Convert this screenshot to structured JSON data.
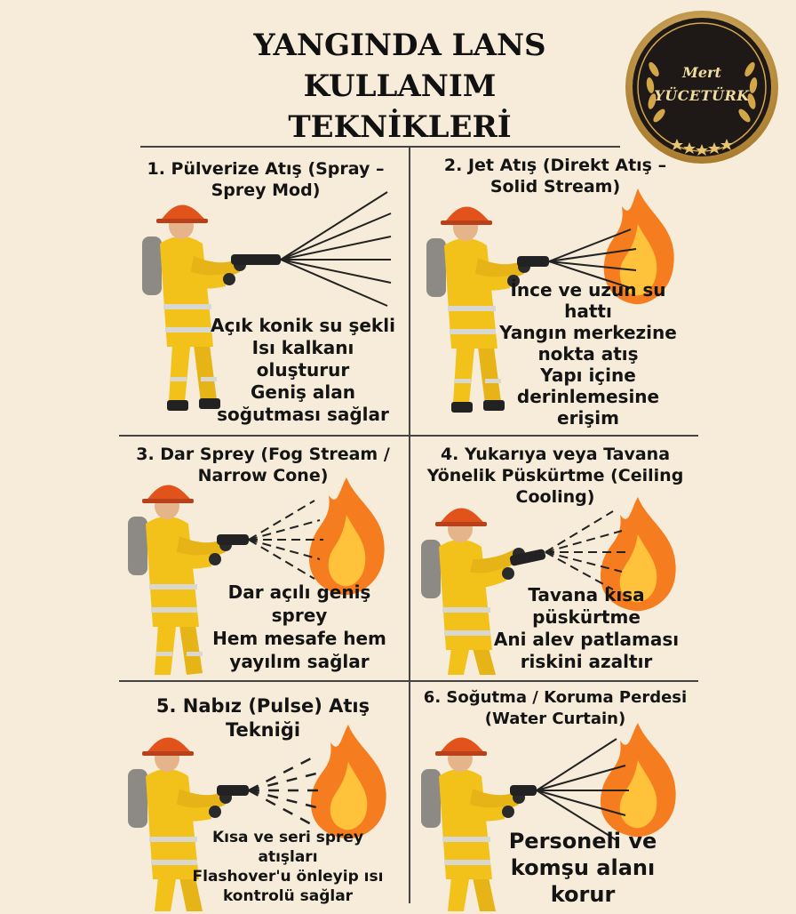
{
  "header": {
    "title_lines": [
      "YANGINDA LANS",
      "KULLANIM",
      "TEKNİKLERİ"
    ]
  },
  "badge": {
    "name_line1": "Mert",
    "name_line2": "YÜCETÜRK"
  },
  "colors": {
    "background": "#f6ecd9",
    "suit_yellow": "#f2c21a",
    "suit_shadow": "#c99410",
    "helmet": "#e2531c",
    "flame_outer": "#f57d1f",
    "flame_inner": "#ffc23a",
    "reflective_stripe": "#d8d8d0",
    "badge_gold": "#d4a64a",
    "badge_dark": "#1e1916"
  },
  "panels": [
    {
      "title_lines": [
        "1. Pülverize Atış (Spray –",
        "Sprey Mod)"
      ],
      "desc_lines": [
        "Açık konik su şekli",
        "Isı kalkanı",
        "oluşturur",
        "Geniş alan",
        "soğutması sağlar"
      ]
    },
    {
      "title_lines": [
        "2. Jet Atış (Direkt Atış –",
        "Solid Stream)"
      ],
      "desc_lines": [
        "İnce ve uzun su",
        "hattı",
        "Yangın merkezine",
        "nokta atış",
        "Yapı içine",
        "derinlemesine",
        "erişim"
      ]
    },
    {
      "title_lines": [
        "3. Dar Sprey (Fog Stream /",
        "Narrow Cone)"
      ],
      "desc_lines": [
        "Dar açılı geniş",
        "sprey",
        "Hem mesafe hem",
        "yayılım sağlar"
      ]
    },
    {
      "title_lines": [
        "4. Yukarıya veya Tavana",
        "Yönelik Püskürtme (Ceiling",
        "Cooling)"
      ],
      "desc_lines": [
        "Tavana kısa",
        "püskürtme",
        "Ani alev patlaması",
        "riskini azaltır"
      ]
    },
    {
      "title_lines": [
        "5. Nabız (Pulse) Atış",
        "Tekniği"
      ],
      "desc_lines": [
        "Kısa ve seri sprey",
        "atışları",
        "Flashover'u önleyip ısı",
        "kontrolü sağlar"
      ]
    },
    {
      "title_lines": [
        "6. Soğutma / Koruma Perdesi",
        "(Water Curtain)"
      ],
      "desc_lines": [
        "Personeli ve",
        "komşu alanı",
        "korur"
      ]
    }
  ]
}
